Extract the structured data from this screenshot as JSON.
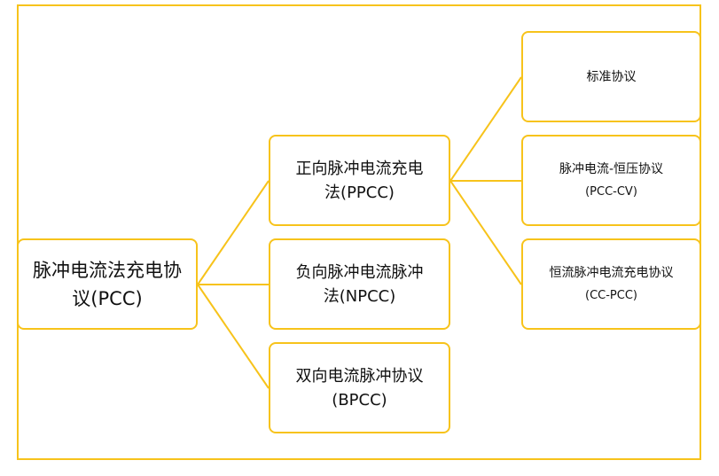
{
  "colors": {
    "accent": "#F7C31B",
    "text": "#111111"
  },
  "root": {
    "line1": "脉冲电流法充电协",
    "line2": "议(PCC)"
  },
  "branches": [
    {
      "line1": "正向脉冲电流充电",
      "line2": "法(PPCC)"
    },
    {
      "line1": "负向脉冲电流脉冲",
      "line2": "法(NPCC)"
    },
    {
      "line1": "双向电流脉冲协议",
      "line2": "(BPCC)"
    }
  ],
  "leaves": [
    {
      "line1": "标准协议",
      "line2": ""
    },
    {
      "line1": "脉冲电流-恒压协议",
      "line2": "(PCC-CV)"
    },
    {
      "line1": "恒流脉冲电流充电协议",
      "line2": "(CC-PCC)"
    }
  ]
}
